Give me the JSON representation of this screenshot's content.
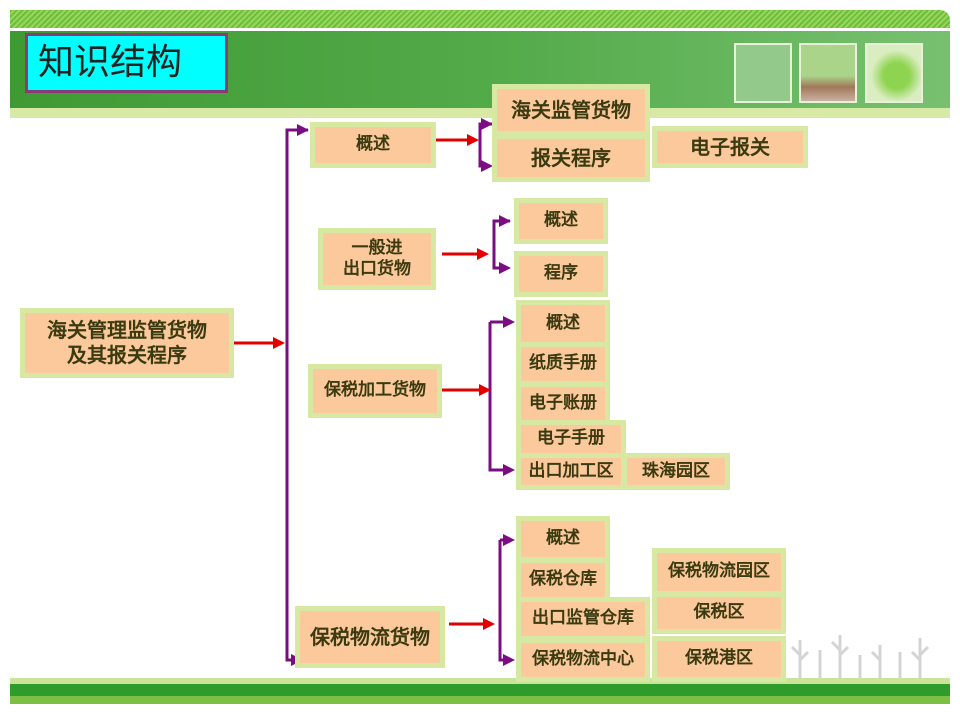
{
  "title": "知识结构",
  "root": {
    "line1": "海关管理监管货物",
    "line2": "及其报关程序"
  },
  "level1": [
    "概述",
    "一般进出口货物",
    "保税加工货物",
    "保税物流货物"
  ],
  "general_sub": {
    "line1": "一般进",
    "line2": "出口货物"
  },
  "overview_children": [
    "海关监管货物",
    "报关程序",
    "电子报关"
  ],
  "general_children": [
    "概述",
    "程序"
  ],
  "processing_children": [
    "概述",
    "纸质手册",
    "电子账册",
    "电子手册",
    "出口加工区",
    "珠海园区"
  ],
  "logistics_children": [
    "概述",
    "保税仓库",
    "出口监管仓库",
    "保税物流中心",
    "保税物流园区",
    "保税区",
    "保税港区"
  ],
  "colors": {
    "box_outer": "#d6e8a2",
    "box_inner": "#fbc99c",
    "connector": "#7a0d82",
    "arrow": "#e00000",
    "title_bg": "#00ffff"
  }
}
